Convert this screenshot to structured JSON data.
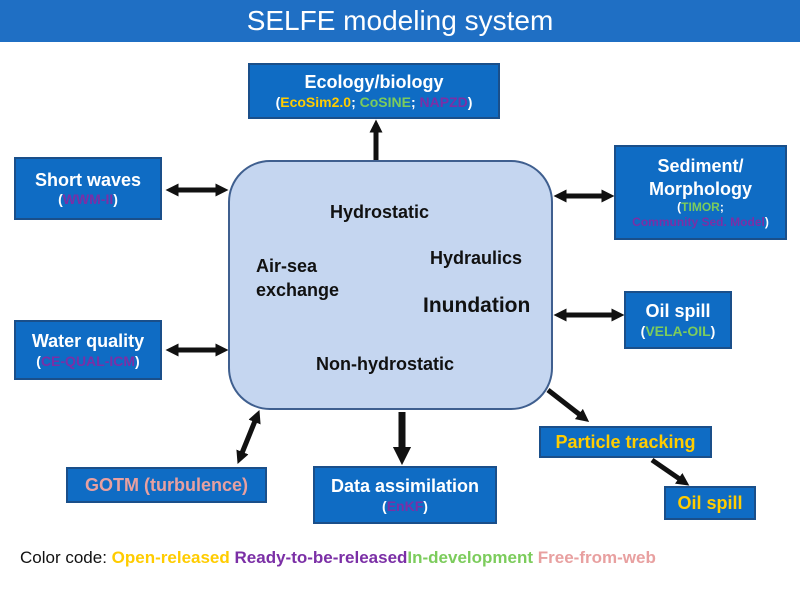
{
  "title": "SELFE modeling system",
  "colors": {
    "title_bar": "#1f6fc4",
    "box_fill": "#0f6cc4",
    "hub_fill": "#c5d6f0",
    "open_released": "#ffcc00",
    "ready_to_be_released": "#7b2fa6",
    "in_development": "#7ccc5c",
    "free_from_web": "#e8a0a0"
  },
  "hub": {
    "hydrostatic": "Hydrostatic",
    "hydraulics": "Hydraulics",
    "air_sea_line1": "Air-sea",
    "air_sea_line2": "exchange",
    "inundation": "Inundation",
    "non_hydrostatic": "Non-hydrostatic"
  },
  "ecology": {
    "title": "Ecology/biology",
    "paren_open": "(",
    "m1": "EcoSim2.0",
    "sep1": "; ",
    "m2": "CoSINE",
    "sep2": "; ",
    "m3": "NAPZD",
    "paren_close": ")"
  },
  "short_waves": {
    "title": "Short waves",
    "paren_open": "(",
    "m1": "WWM-II",
    "paren_close": ")"
  },
  "sediment": {
    "title_line1": "Sediment/",
    "title_line2": "Morphology",
    "paren_open": "(",
    "m1": "TIMOR",
    "sep1": ";",
    "m2": "Community Sed. Model",
    "paren_close": ")"
  },
  "oil_spill_right": {
    "title": "Oil spill",
    "paren_open": "(",
    "m1": "VELA-OIL",
    "paren_close": ")"
  },
  "water_quality": {
    "title": "Water quality",
    "paren_open": "(",
    "m1": "CE-QUAL-ICM",
    "paren_close": ")"
  },
  "gotm": {
    "title": "GOTM (turbulence)"
  },
  "data_assimilation": {
    "title": "Data assimilation",
    "paren_open": "(",
    "m1": "EnKF",
    "paren_close": ")"
  },
  "particle_tracking": {
    "title": "Particle tracking"
  },
  "oil_spill_bottom": {
    "title": "Oil spill"
  },
  "legend": {
    "label": "Color code:",
    "open": "Open-released",
    "ready": "Ready-to-be-released",
    "indev": "In-development",
    "web": "Free-from-web"
  }
}
